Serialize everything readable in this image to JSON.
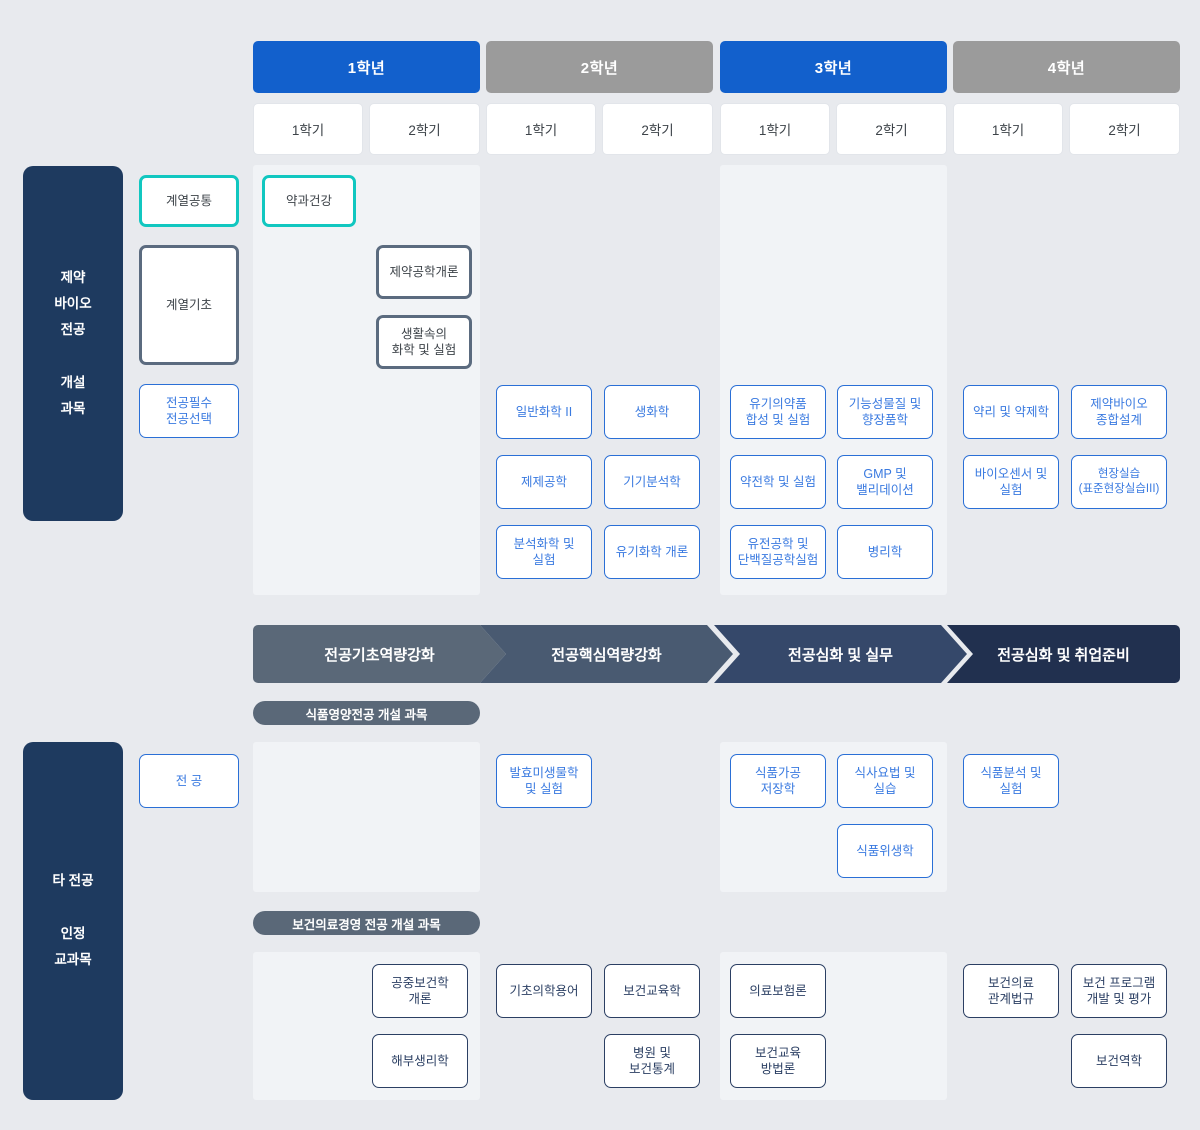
{
  "years": [
    {
      "label": "1학년",
      "tone": "blue"
    },
    {
      "label": "2학년",
      "tone": "gray"
    },
    {
      "label": "3학년",
      "tone": "blue"
    },
    {
      "label": "4학년",
      "tone": "gray"
    }
  ],
  "semesters": [
    "1학기",
    "2학기",
    "1학기",
    "2학기",
    "1학기",
    "2학기",
    "1학기",
    "2학기"
  ],
  "rails": {
    "major": "제약\n바이오\n전공\n\n개설\n과목",
    "other": "타 전공\n\n인정\n교과목"
  },
  "legend": {
    "common": "계열공통",
    "foundation": "계열기초",
    "required_elective": "전공필수\n전공선택",
    "other_major": "전    공"
  },
  "stages": [
    "전공기초역량강화",
    "전공핵심역량강화",
    "전공심화 및 실무",
    "전공심화 및 취업준비"
  ],
  "section_titles": {
    "food": "식품영양전공 개설 과목",
    "health": "보건의료경영 전공 개설 과목"
  },
  "major_courses": {
    "y1s1": [
      "약과건강"
    ],
    "y1s2": [
      "제약공학개론",
      "생활속의\n화학 및 실험"
    ],
    "y2s1": [
      "일반화학 II",
      "제제공학",
      "분석화학 및\n실험"
    ],
    "y2s2": [
      "생화학",
      "기기분석학",
      "유기화학 개론"
    ],
    "y3s1": [
      "유기의약품\n합성 및 실험",
      "약전학 및 실험",
      "유전공학 및\n단백질공학실험"
    ],
    "y3s2": [
      "기능성물질 및\n향장품학",
      "GMP 및\n밸리데이션",
      "병리학"
    ],
    "y4s1": [
      "약리 및 약제학",
      "바이오센서 및\n실험"
    ],
    "y4s2": [
      "제약바이오\n종합설계",
      "현장실습\n(표준현장실습III)"
    ]
  },
  "food_courses": {
    "y2s1": [
      "발효미생물학\n및 실험"
    ],
    "y3s1": [
      "식품가공\n저장학"
    ],
    "y3s2": [
      "식사요법 및\n실습",
      "식품위생학"
    ],
    "y4s1": [
      "식품분석 및\n실험"
    ]
  },
  "health_courses": {
    "y1s2": [
      "공중보건학\n개론",
      "해부생리학"
    ],
    "y2s1": [
      "기초의학용어"
    ],
    "y2s2": [
      "보건교육학",
      "병원 및\n보건통계"
    ],
    "y3s1": [
      "의료보험론",
      "보건교육\n방법론"
    ],
    "y4s1": [
      "보건의료\n관계법규"
    ],
    "y4s2": [
      "보건 프로그램\n개발 및 평가",
      "보건역학"
    ]
  },
  "colors": {
    "accent_blue": "#1260cc",
    "accent_gray": "#9b9b9b",
    "rail_navy": "#1e3a5f",
    "teal": "#11c7c0",
    "slate": "#5b6b7f",
    "course_blue": "#2a6fd6",
    "course_navy": "#2b3f63",
    "panel": "#f1f3f6",
    "page_bg": "#e8eaee"
  }
}
